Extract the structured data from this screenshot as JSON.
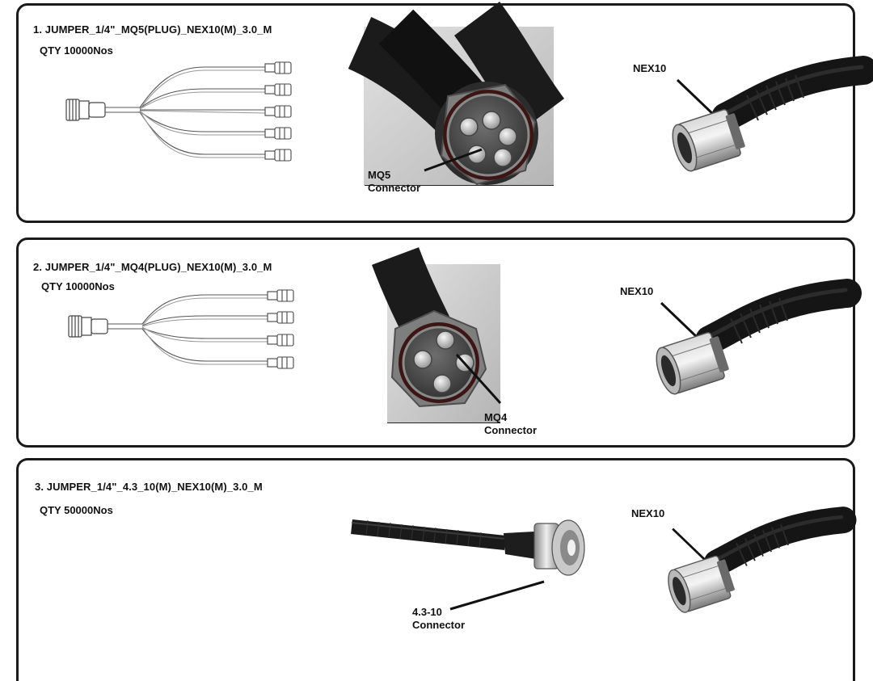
{
  "items": [
    {
      "title": "1. JUMPER_1/4\"_MQ5(PLUG)_NEX10(M)_3.0_M",
      "qty": "QTY 10000Nos",
      "connector_a_name": "MQ5",
      "connector_a_word": "Connector",
      "connector_b_name": "NEX10",
      "legs": 5
    },
    {
      "title": "2. JUMPER_1/4\"_MQ4(PLUG)_NEX10(M)_3.0_M",
      "qty": "QTY 10000Nos",
      "connector_a_name": "MQ4",
      "connector_a_word": "Connector",
      "connector_b_name": "NEX10",
      "legs": 4
    },
    {
      "title": "3. JUMPER_1/4\"_4.3_10(M)_NEX10(M)_3.0_M",
      "qty": "QTY 50000Nos",
      "connector_a_name": "4.3-10",
      "connector_a_word": "Connector",
      "connector_b_name": "NEX10"
    }
  ],
  "colors": {
    "border": "#1a1a1a",
    "cable": "#1c1c1c",
    "metal": "#9a9a9a",
    "photo_bg": "#c9c9c9"
  }
}
